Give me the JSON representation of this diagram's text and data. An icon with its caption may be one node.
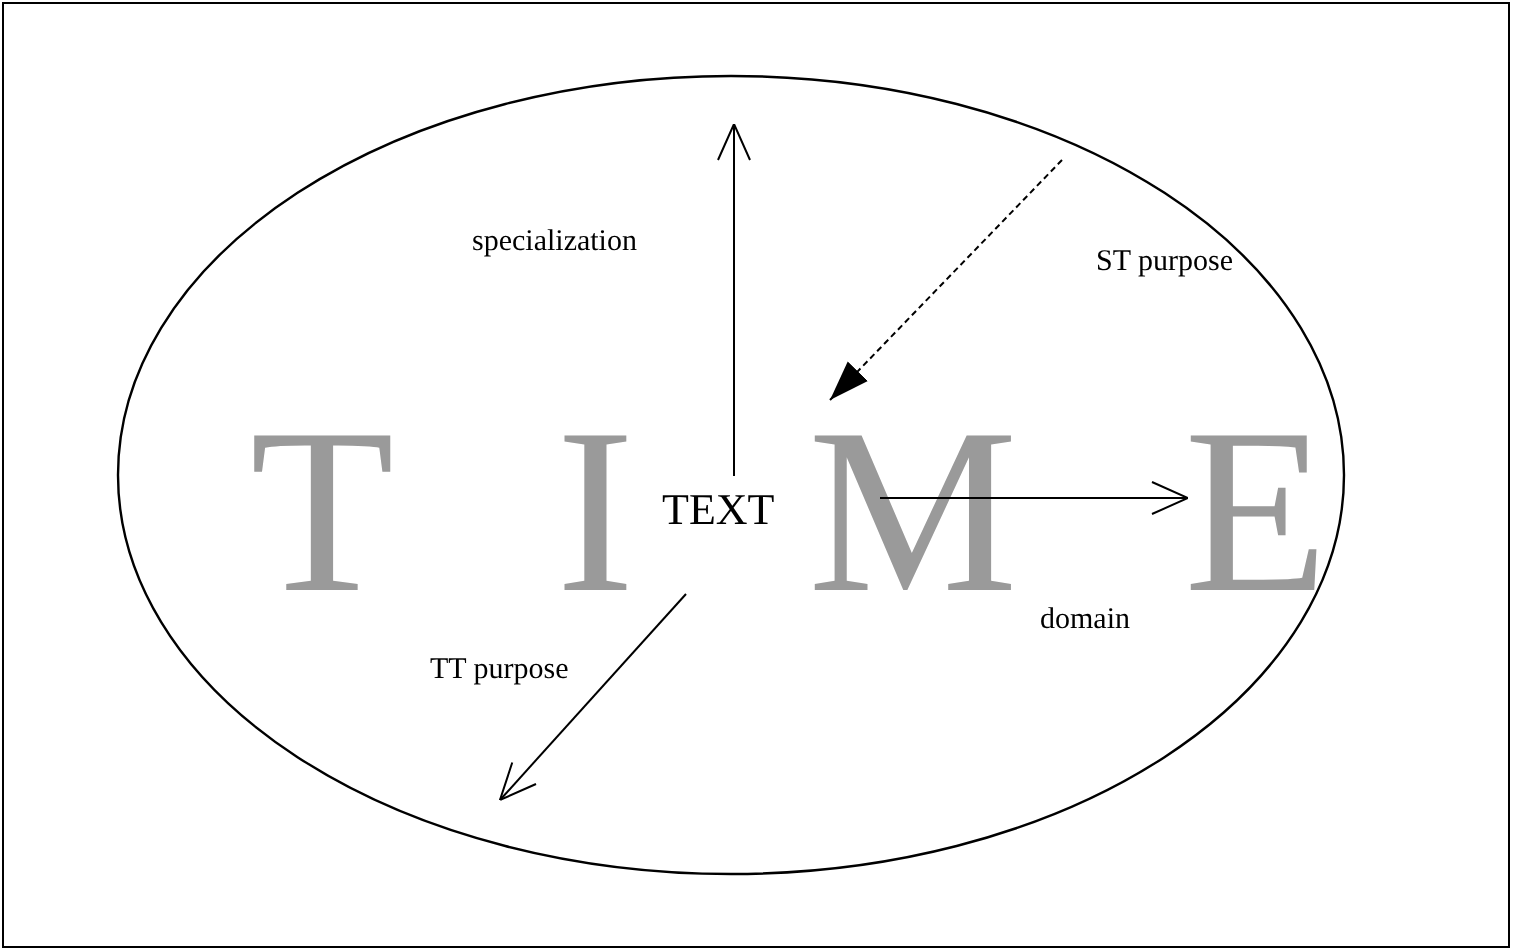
{
  "diagram": {
    "nodes": [
      {
        "text": [
          "T",
          "I",
          "M",
          "E"
        ]
      },
      {
        "text": [
          "TEXT"
        ],
        "in": 0
      }
    ],
    "edges": [
      {
        "from": 1,
        "to": null,
        "arrow": "to",
        "label": "specialization"
      },
      {
        "from": null,
        "to": 1,
        "arrow": "to",
        "label": "ST purpose",
        "style": "dashed"
      },
      {
        "from": 1,
        "to": null,
        "arrow": "to",
        "label": "domain"
      },
      {
        "from": 1,
        "to": null,
        "arrow": "to",
        "label": "TT purpose"
      }
    ]
  }
}
